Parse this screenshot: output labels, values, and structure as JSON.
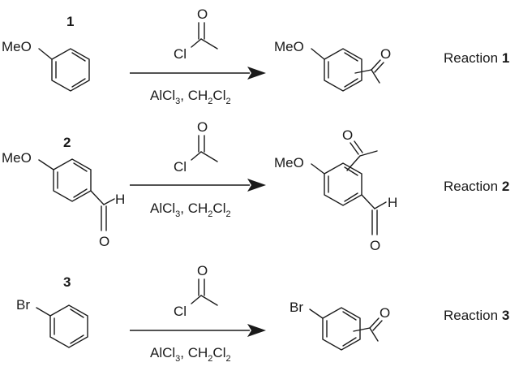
{
  "reactions": [
    {
      "compound_number": "1",
      "reactant_substituents": [
        "MeO"
      ],
      "reagent_cl": "Cl",
      "reagent_o": "O",
      "conditions": {
        "a": "AlCl",
        "b": "3",
        "c": ", CH",
        "d": "2",
        "e": "Cl",
        "f": "2"
      },
      "product_labels": [
        "MeO",
        "O"
      ],
      "label_word": "Reaction",
      "label_num": "1"
    },
    {
      "compound_number": "2",
      "reactant_substituents": [
        "MeO",
        "H",
        "O"
      ],
      "reagent_cl": "Cl",
      "reagent_o": "O",
      "conditions": {
        "a": "AlCl",
        "b": "3",
        "c": ", CH",
        "d": "2",
        "e": "Cl",
        "f": "2"
      },
      "product_labels": [
        "MeO",
        "O",
        "H",
        "O"
      ],
      "label_word": "Reaction",
      "label_num": "2"
    },
    {
      "compound_number": "3",
      "reactant_substituents": [
        "Br"
      ],
      "reagent_cl": "Cl",
      "reagent_o": "O",
      "conditions": {
        "a": "AlCl",
        "b": "3",
        "c": ", CH",
        "d": "2",
        "e": "Cl",
        "f": "2"
      },
      "product_labels": [
        "Br",
        "O"
      ],
      "label_word": "Reaction",
      "label_num": "3"
    }
  ]
}
